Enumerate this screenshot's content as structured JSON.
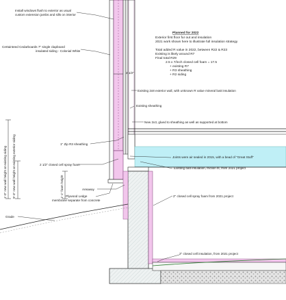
{
  "labels": {
    "windows": [
      "Install windows flush to exterior as usual",
      "custom extension jambs and sills on interior"
    ],
    "siding": [
      "Certainteed Cedarboards 7\" single clapboard",
      "insulated siding - Colonial White"
    ],
    "dim_2_5": "2 1/2\"",
    "existing_wall": "Existing 2x8 exterior wall, with unknown R value mineral batt insulation",
    "existing_sheathing": "Existing sheathing",
    "new_2x3": "New 2x3, glued to sheathing as well as supported at bottom",
    "zip_r3": "1\" Zip R3 sheathing",
    "closed_cell_25": "2 1/2\" closed cell spray foam",
    "joints_sealed": "Joints were air sealed in 2015, with a bead of \"Great Stuff\"",
    "existing_batt": "Existing batt insulation, friction fit, from 2021 project",
    "wall_height_note": "1'-0\" new wall height at existing siding",
    "wall_height_ext": "9'-3\" new wall height at existing exterior siding",
    "dim_11": "1'-1\" foam height",
    "areaway": "Areaway",
    "plywood_ledge": [
      "Plywood Ledge",
      "membrane separate from concrete"
    ],
    "grade": "Grade",
    "foam_2021": "2\" closed cell spray foam from 2021 project",
    "insulation_2021": "2\" closed cell insulation, from 2021 project"
  },
  "plan": {
    "title": "Planned for 2022",
    "lines": [
      "Exterior first floor fur out and insulation",
      "2021 work shown here to illustrate full insulation strategy",
      "",
      "Total added R value in 2022, between R22 & R23",
      "Existing is likely around R7",
      "Final total R29",
      "2.5 x 7/inch closed cell foam = 17.5",
      "+ existing R7",
      "+ R3 sheathing",
      "+ R2 siding"
    ]
  },
  "colors": {
    "foam": "#f2c6ec",
    "foam_edge": "#7a3c74",
    "batt": "#bfeff6",
    "concrete": "#eef2f2",
    "gravel": "#d8d8d8",
    "green": "#2e7d32",
    "line": "#222222"
  }
}
